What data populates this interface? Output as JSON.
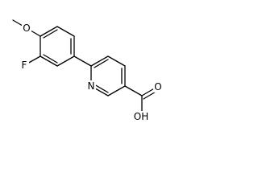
{
  "molecule": {
    "atoms": {
      "methoxy_o": "O",
      "fluoro": "F",
      "ring_n": "N",
      "carbonyl_o": "O",
      "hydroxyl": "OH"
    }
  }
}
